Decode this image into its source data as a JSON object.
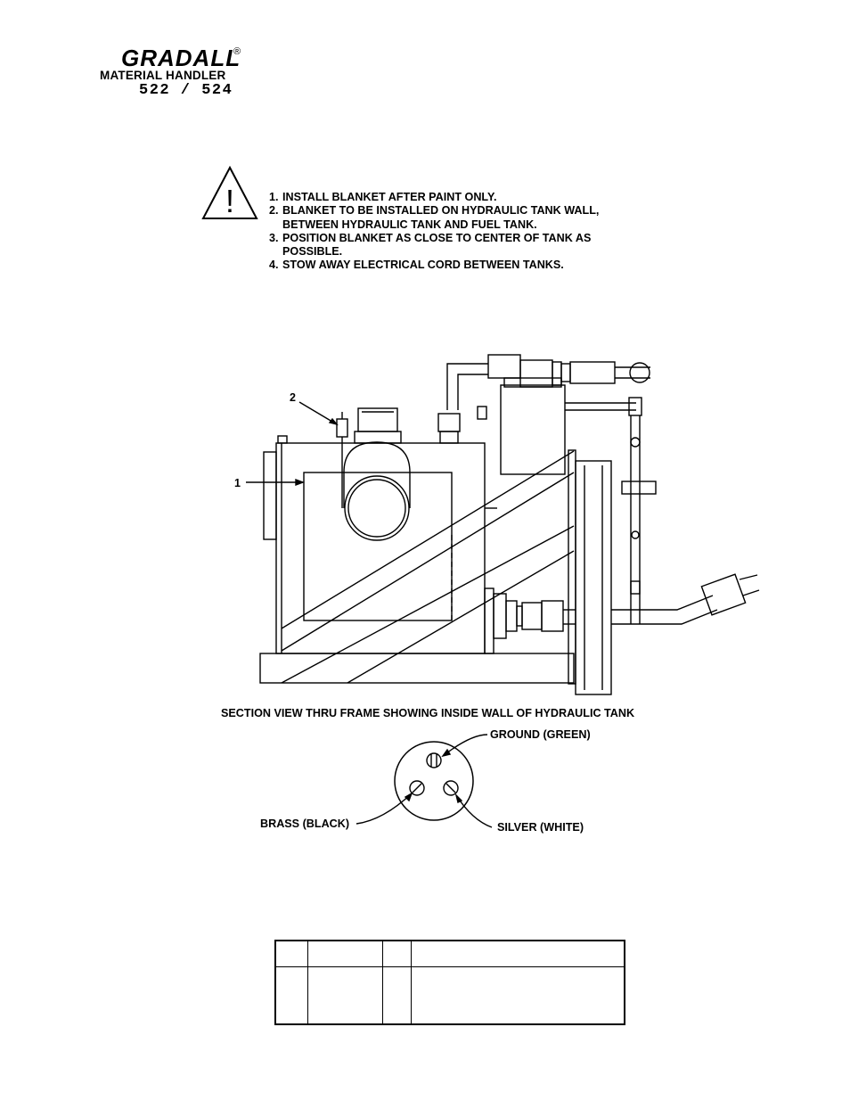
{
  "header": {
    "brand": "GRADALL",
    "registered_mark": "®",
    "product_line": "MATERIAL HANDLER",
    "models": "522 / 524"
  },
  "warning": {
    "icon": "warning-triangle-icon",
    "symbol": "!"
  },
  "notes": [
    {
      "num": "1.",
      "line1": "INSTALL BLANKET AFTER PAINT ONLY.",
      "line2": ""
    },
    {
      "num": "2.",
      "line1": "BLANKET TO BE INSTALLED ON HYDRAULIC TANK WALL,",
      "line2": "BETWEEN HYDRAULIC TANK AND FUEL TANK."
    },
    {
      "num": "3.",
      "line1": "POSITION BLANKET AS CLOSE TO CENTER OF TANK AS",
      "line2": "POSSIBLE."
    },
    {
      "num": "4.",
      "line1": "STOW AWAY ELECTRICAL CORD BETWEEN TANKS.",
      "line2": ""
    }
  ],
  "diagram": {
    "callout_1": "1",
    "callout_2": "2",
    "section_caption": "SECTION VIEW THRU FRAME SHOWING INSIDE WALL OF HYDRAULIC TANK"
  },
  "plug": {
    "ground": "GROUND (GREEN)",
    "brass": "BRASS (BLACK)",
    "silver": "SILVER (WHITE)"
  },
  "parts_table": {
    "headers": [
      "",
      "",
      "",
      ""
    ],
    "rows": [
      [
        "",
        "",
        "",
        ""
      ]
    ]
  }
}
